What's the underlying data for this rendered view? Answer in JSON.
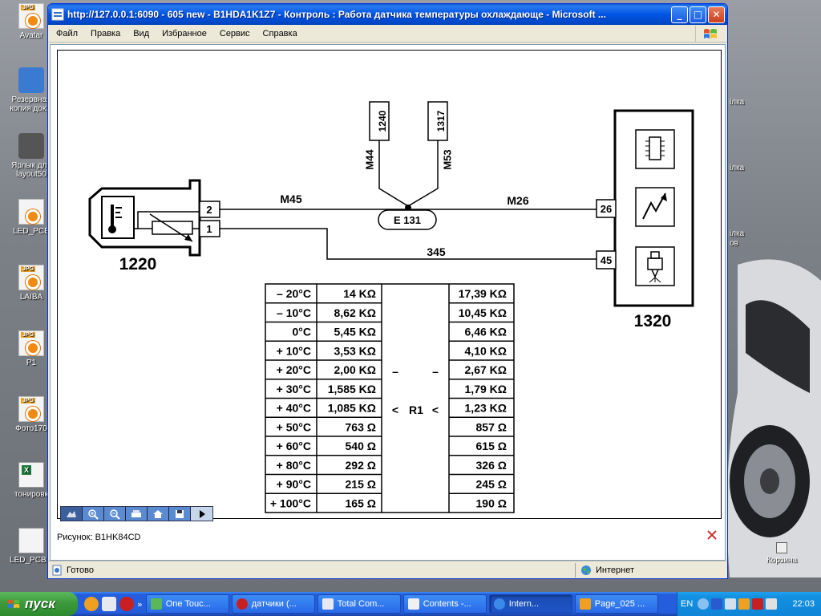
{
  "window": {
    "title": "http://127.0.0.1:6090 - 605 new - B1HDA1K1Z7 - Контроль : Работа датчика температуры охлаждающе - Microsoft ...",
    "min_label": "_",
    "max_label": "□",
    "close_label": "✕"
  },
  "menu": [
    "Файл",
    "Правка",
    "Вид",
    "Избранное",
    "Сервис",
    "Справка"
  ],
  "diagram": {
    "components": {
      "sensor": "1220",
      "ecu": "1320",
      "junction": "E 131",
      "conn_top_left": "1240",
      "conn_top_right": "1317"
    },
    "pins": {
      "sensor_top": "2",
      "sensor_bottom": "1",
      "ecu_top": "26",
      "ecu_bottom": "45"
    },
    "wires": {
      "m45": "M45",
      "m26": "M26",
      "m44": "M44",
      "m53": "M53",
      "w345": "345"
    },
    "table": {
      "temps": [
        "– 20°C",
        "– 10°C",
        "0°C",
        "+ 10°C",
        "+ 20°C",
        "+ 30°C",
        "+ 40°C",
        "+ 50°C",
        "+ 60°C",
        "+ 80°C",
        "+ 90°C",
        "+ 100°C"
      ],
      "r_min": [
        "14 KΩ",
        "8,62 KΩ",
        "5,45 KΩ",
        "3,53 KΩ",
        "2,00 KΩ",
        "1,585 KΩ",
        "1,085 KΩ",
        "763 Ω",
        "540 Ω",
        "292 Ω",
        "215 Ω",
        "165 Ω"
      ],
      "r_max": [
        "17,39 KΩ",
        "10,45 KΩ",
        "6,46 KΩ",
        "4,10 KΩ",
        "2,67 KΩ",
        "1,79 KΩ",
        "1,23 KΩ",
        "857 Ω",
        "615 Ω",
        "326 Ω",
        "245 Ω",
        "190 Ω"
      ],
      "dash_left": "–",
      "dash_right": "–",
      "lt_left": "<",
      "r1": "R1",
      "lt_right": "<"
    }
  },
  "figure_caption": "Рисунок: B1HK84CD",
  "status": {
    "text": "Готово",
    "zone": "Интернет"
  },
  "desktop_icons": [
    {
      "label": "Avatar"
    },
    {
      "label": "Резервная копия док..."
    },
    {
      "label": "Ярлык для layout50"
    },
    {
      "label": "LED_PCB"
    },
    {
      "label": "LAIBA"
    },
    {
      "label": "P1"
    },
    {
      "label": "Фото170"
    },
    {
      "label": "тонировк"
    },
    {
      "label": "LED_PCB.b"
    }
  ],
  "desktop_right_labels": [
    "ілка",
    "ілка",
    "ілка",
    "ов",
    "Корзина"
  ],
  "taskbar": {
    "start": "пуск",
    "tasks": [
      "One Touc...",
      "датчики (...",
      "Total Com...",
      "Contents -...",
      "Intern...",
      "Page_025 ..."
    ],
    "lang": "EN",
    "clock": "22:03"
  }
}
